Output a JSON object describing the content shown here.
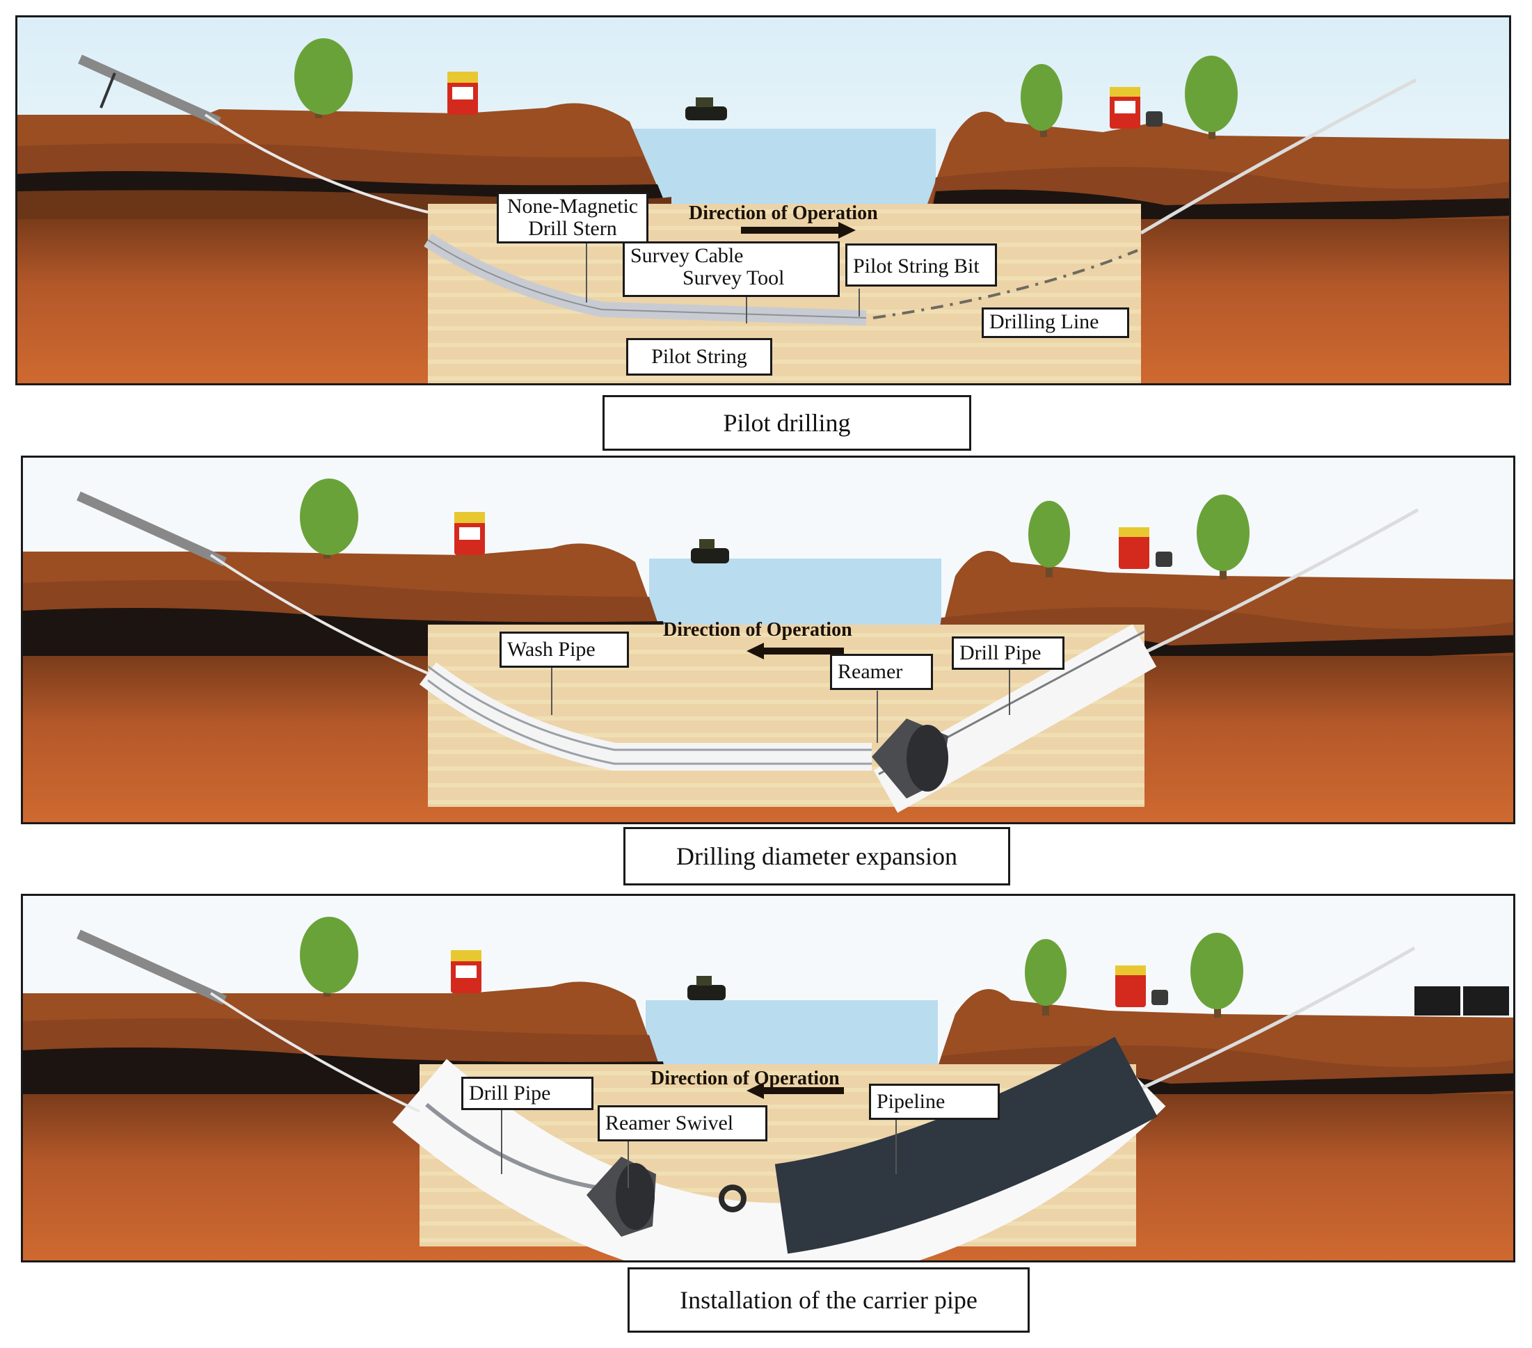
{
  "figure": {
    "stages": [
      {
        "caption": "Pilot drilling",
        "direction_label": "Direction of Operation",
        "direction_arrow": "right",
        "labels": {
          "none_magnetic": "None-Magnetic\nDrill Stern",
          "survey": "Survey Cable\n          Survey Tool",
          "pilot_bit": "Pilot String Bit",
          "drilling_line": "Drilling Line",
          "pilot_string": "Pilot String"
        }
      },
      {
        "caption": "Drilling diameter expansion",
        "direction_label": "Direction of Operation",
        "direction_arrow": "left",
        "labels": {
          "wash_pipe": "Wash Pipe",
          "reamer": "Reamer",
          "drill_pipe": "Drill Pipe"
        }
      },
      {
        "caption": "Installation of the carrier pipe",
        "direction_label": "Direction of Operation",
        "direction_arrow": "left",
        "labels": {
          "drill_pipe": "Drill Pipe",
          "reamer_swivel": "Reamer Swivel",
          "pipeline": "Pipeline"
        }
      }
    ],
    "colors": {
      "sky": "#f3f7fa",
      "topsoil": "#9a4e22",
      "midsoil": "#b35a28",
      "dark_layer": "#1c1410",
      "deep_soil": "#c8632c",
      "water": "#b9dcef",
      "cutaway": "#ecd3a8",
      "tree": "#6aa23a",
      "truck": "#d42a1e",
      "pipeline": "#2f3740"
    }
  }
}
